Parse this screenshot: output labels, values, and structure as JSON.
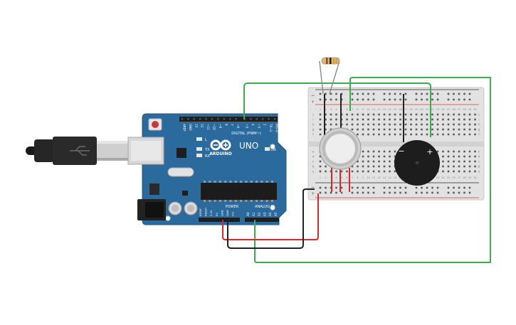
{
  "arduino": {
    "logo_text": "ARDUINO",
    "model": "UNO",
    "digital_header_label": "DIGITAL (PWM~)",
    "power_label": "POWER",
    "analog_label": "ANALOG IN",
    "on_label": "ON",
    "led_labels": [
      "L",
      "TX",
      "RX"
    ],
    "digital_pins": [
      "AREF",
      "GND",
      "13",
      "12",
      "~11",
      "~10",
      "~9",
      "8",
      "7",
      "~6",
      "~5",
      "4",
      "~3",
      "2",
      "TX→1",
      "RX←0"
    ],
    "power_pins": [
      "IOREF",
      "RESET",
      "3.3V",
      "5V",
      "GND",
      "GND",
      "Vin"
    ],
    "analog_pins": [
      "A0",
      "A1",
      "A2",
      "A3",
      "A4",
      "A5"
    ]
  },
  "breadboard": {
    "rail_minus": "−",
    "rail_plus": "+",
    "row_letters_top": [
      "j",
      "i",
      "h",
      "g",
      "f"
    ],
    "row_letters_bottom": [
      "e",
      "d",
      "c",
      "b",
      "a"
    ],
    "column_count": 30
  },
  "buzzer": {
    "minus": "−",
    "plus": "+"
  },
  "colors": {
    "board": "#2b6a9c",
    "green_wire": "#3cae4b",
    "red_wire": "#e0262b",
    "black_wire": "#222222",
    "breadboard": "#e2e2e2"
  }
}
